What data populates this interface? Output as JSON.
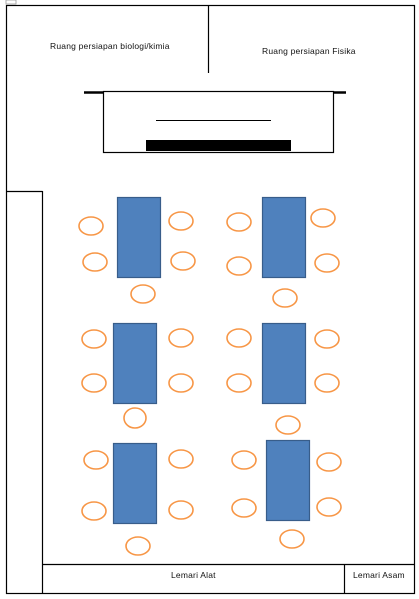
{
  "labels": {
    "room_left": "Ruang persiapan biologi/kimia",
    "room_right": "Ruang persiapan Fisika",
    "cabinet_tools": "Lemari Alat",
    "cabinet_acid": "Lemari Asam"
  },
  "colors": {
    "table_fill": "#4f81bd",
    "table_stroke": "#385d8a",
    "chair_stroke": "#f79646",
    "line": "#000000"
  }
}
